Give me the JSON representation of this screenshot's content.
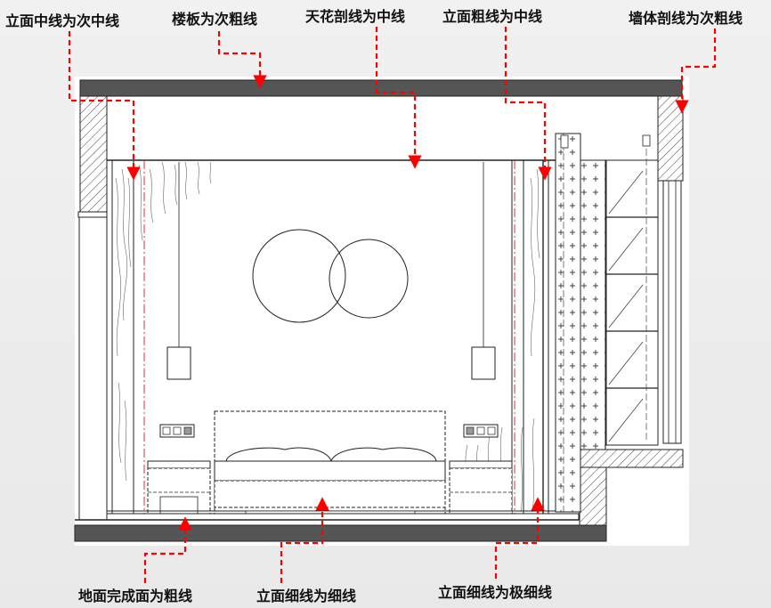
{
  "colors": {
    "annotation": "#ff0000",
    "slab": "#555555",
    "line": "#222222",
    "center_line": "#d9303a",
    "background": "#ededed"
  },
  "labels": {
    "elevation_center_line": "立面中线为次中线",
    "floor_slab": "楼板为次粗线",
    "ceiling_section": "天花剖线为中线",
    "elevation_thick_line": "立面粗线为中线",
    "wall_section": "墙体剖线为次粗线",
    "floor_finish": "地面完成面为粗线",
    "elevation_thin_line": "立面细线为细线",
    "elevation_thin_line_2": "立面细线为极细线"
  }
}
